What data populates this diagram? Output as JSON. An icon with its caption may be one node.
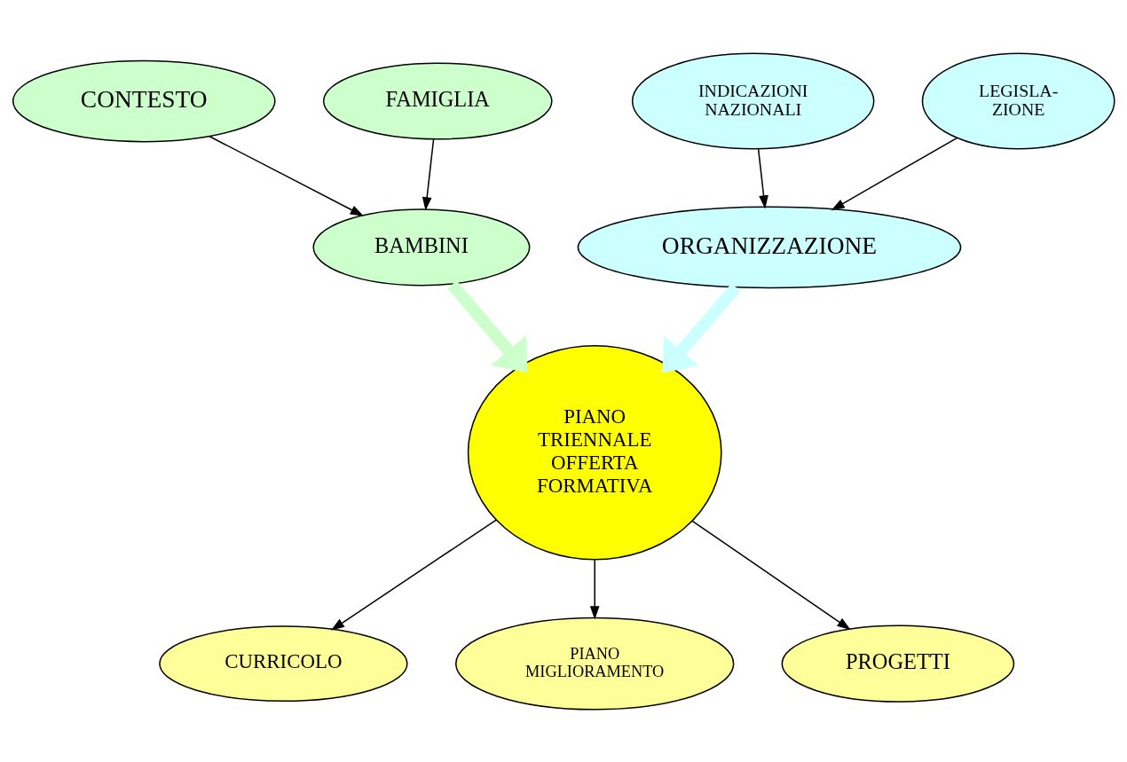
{
  "diagram": {
    "nodes": [
      {
        "text": [
          "CONTESTO"
        ]
      },
      {
        "text": [
          "FAMIGLIA"
        ]
      },
      {
        "text": [
          "INDICAZIONI NAZIONALI"
        ]
      },
      {
        "text": [
          "LEGISLA- ZIONE"
        ]
      },
      {
        "text": [
          "BAMBINI"
        ]
      },
      {
        "text": [
          "ORGANIZZAZIONE"
        ]
      },
      {
        "text": [
          "PIANO TRIENNALE OFFERTA FORMATIVA"
        ]
      },
      {
        "text": [
          "CURRICOLO"
        ]
      },
      {
        "text": [
          "PIANO MIGLIORAMENTO"
        ]
      },
      {
        "text": [
          "PROGETTI"
        ]
      }
    ],
    "edges": [
      {
        "from": 1,
        "to": 4,
        "arrow": "to"
      },
      {
        "from": 0,
        "to": 4,
        "arrow": "to"
      },
      {
        "from": 2,
        "to": 5,
        "arrow": "to"
      },
      {
        "from": 3,
        "to": 5,
        "arrow": "to"
      },
      {
        "from": 4,
        "to": 6,
        "arrow": "to",
        "style": "thick",
        "color": "#ccffcc"
      },
      {
        "from": 5,
        "to": 6,
        "arrow": "to",
        "style": "thick",
        "color": "#ccffff"
      },
      {
        "from": 6,
        "to": 7,
        "arrow": "to"
      },
      {
        "from": 6,
        "to": 8,
        "arrow": "to"
      },
      {
        "from": 6,
        "to": 9,
        "arrow": "to"
      }
    ]
  }
}
